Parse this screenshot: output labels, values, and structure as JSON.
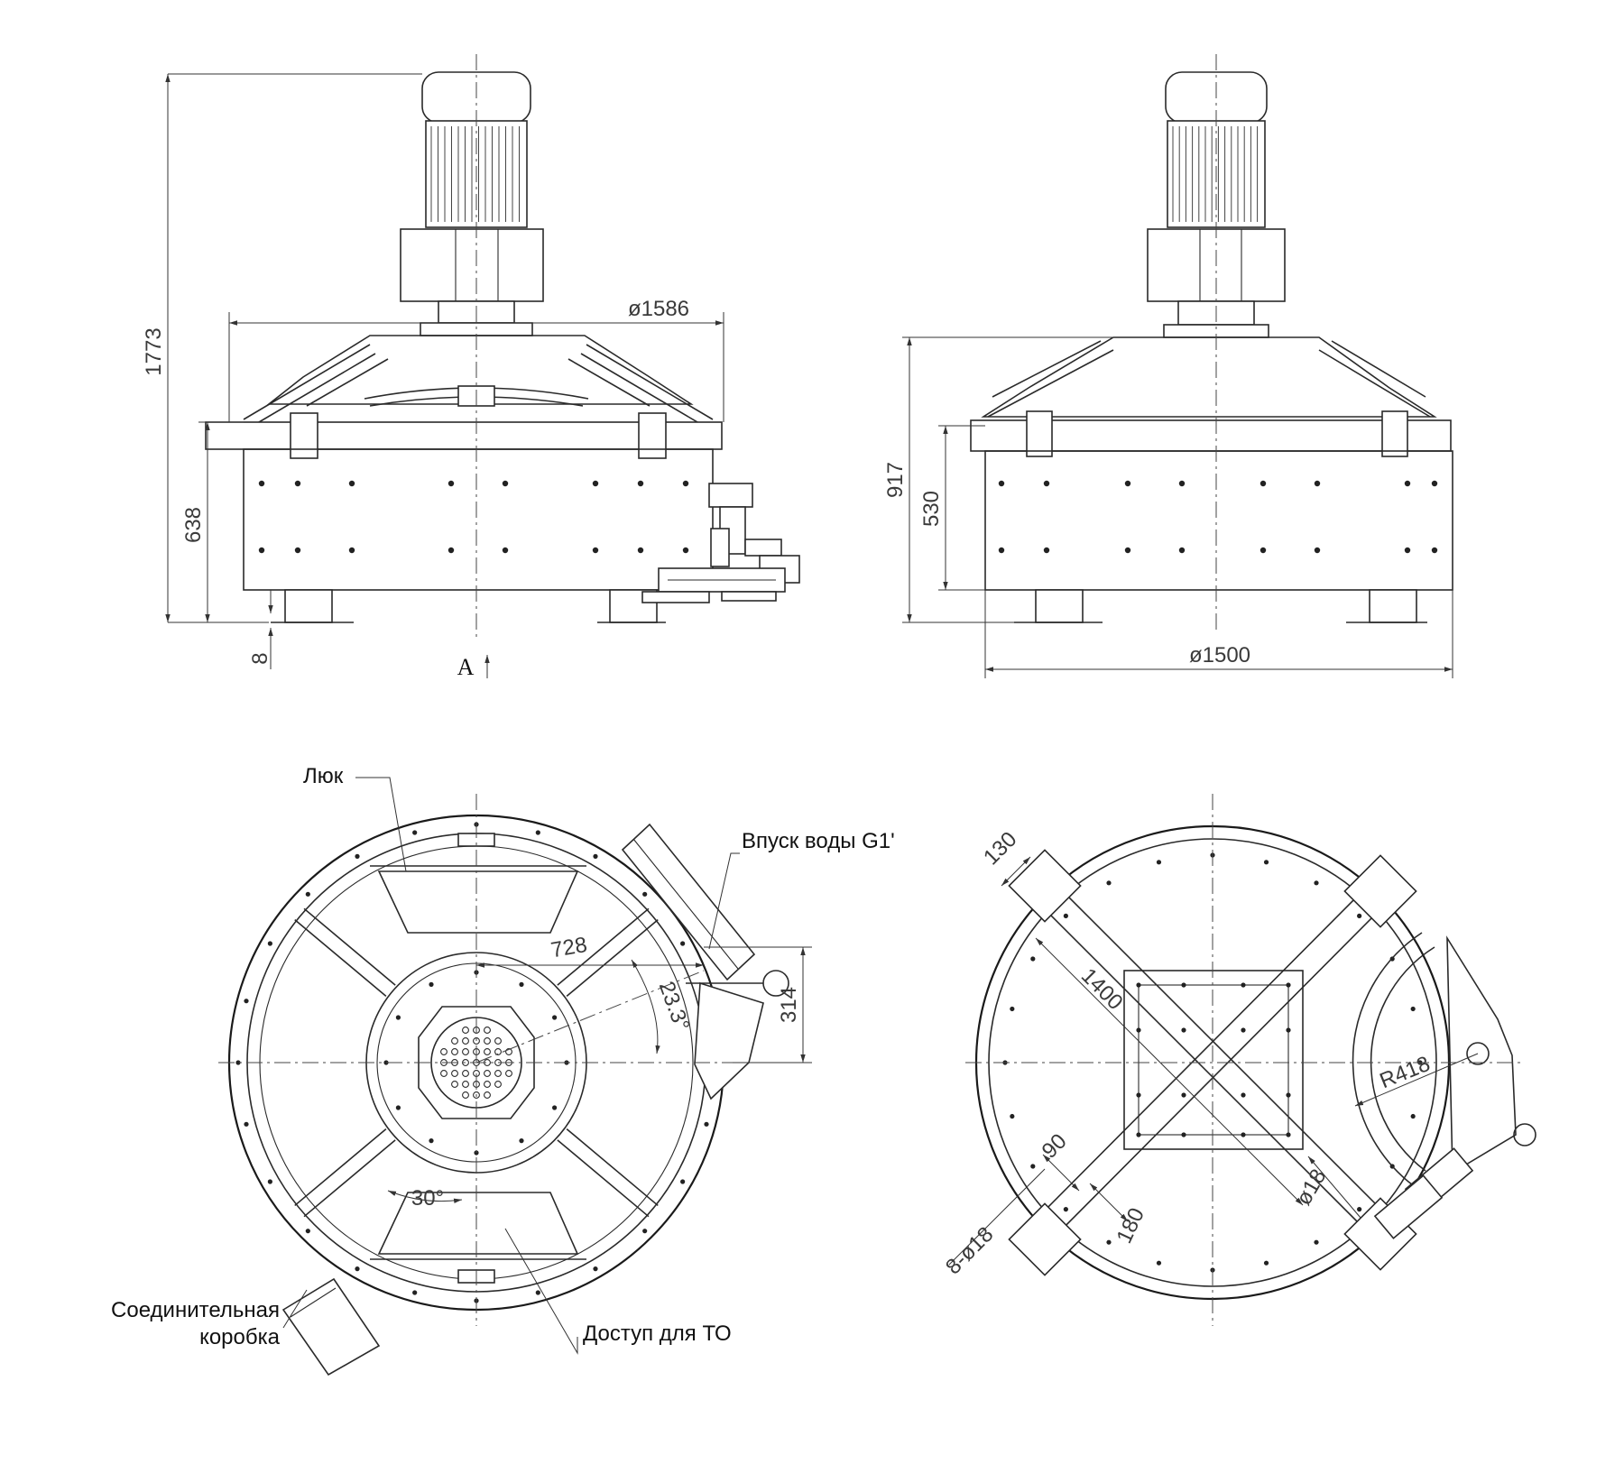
{
  "dimensions": {
    "height_total": "1773",
    "height_body": "638",
    "gap_bottom": "8",
    "dia_top": "ø1586",
    "dia_base": "ø1500",
    "height_side": "917",
    "height_side_body": "530",
    "view_marker": "A",
    "len_728": "728",
    "angle_233": "23.3°",
    "len_314": "314",
    "angle_30": "30°",
    "len_130": "130",
    "len_1400": "1400",
    "radius_418": "R418",
    "len_90": "90",
    "holes_8x18": "8-ø18",
    "len_180": "180",
    "dia_18": "ø18"
  },
  "labels": {
    "hatch": "Люк",
    "water_inlet": "Впуск воды G1'",
    "junction_box_1": "Соединительная",
    "junction_box_2": "коробка",
    "service_access": "Доступ для ТО"
  },
  "colors": {
    "line": "#2a2a2a",
    "background": "#ffffff"
  }
}
